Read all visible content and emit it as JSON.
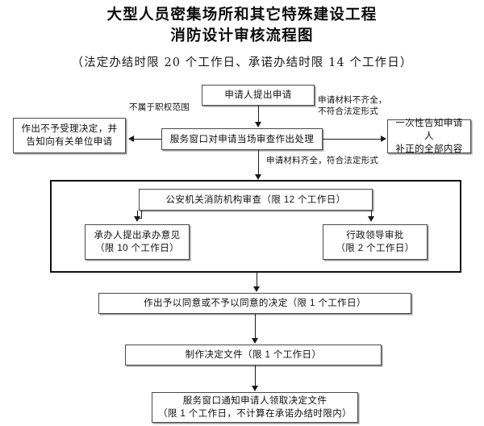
{
  "document": {
    "title_line_1": "大型人员密集场所和其它特殊建设工程",
    "title_line_2": "消防设计审核流程图",
    "subtitle": "（法定办结时限 20 个工作日、承诺办结时限 14 个工作日）"
  },
  "nodes": {
    "apply": "申请人提出申请",
    "reject": "作出不予受理决定，并\n告知向有关单位申请",
    "window_review": "服务窗口对申请当场审查作出处理",
    "notify_correct": "一次性告知申请人\n补正的全部内容",
    "fire_review": "公安机关消防机构审查（限 12 个工作日）",
    "handler_opinion": "承办人提出承办意见\n（限 10 个工作日）",
    "leader_approval": "行政领导审批\n（限 2 个工作日）",
    "decision": "作出予以同意或不予以同意的决定（限 1 个工作日）",
    "make_document": "制作决定文件（限 1 个工作日）",
    "deliver": "服务窗口通知申请人领取决定文件\n（限 1 个工作日，不计算在承诺办结时限内）"
  },
  "edge_labels": {
    "out_of_scope": "不属于职权范围",
    "incomplete": "申请材料不齐全，\n不符合法定形式",
    "complete": "申请材料齐全，符合法定形式"
  },
  "colors": {
    "box_border": "#4a4a4a",
    "group_border": "#111111",
    "connector": "#1a1a1a",
    "background": "#ffffff",
    "text": "#111111"
  }
}
